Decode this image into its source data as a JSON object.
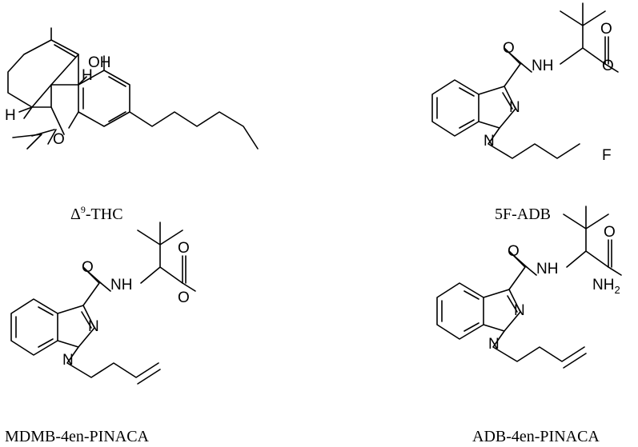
{
  "structures": [
    {
      "id": "thc",
      "caption_prefix": "Δ",
      "caption_sup": "9",
      "caption_suffix": "-THC",
      "atoms": {
        "oh": "OH",
        "h_top": "H",
        "h_left": "H",
        "o_ring": "O"
      }
    },
    {
      "id": "5f-adb",
      "caption": "5F-ADB",
      "atoms": {
        "o_amide": "O",
        "nh": "NH",
        "o_ester_dbl": "O",
        "o_ester": "O",
        "n1": "N",
        "n2": "N",
        "f": "F"
      }
    },
    {
      "id": "mdmb-4en-pinaca",
      "caption": "MDMB-4en-PINACA",
      "atoms": {
        "o_amide": "O",
        "nh": "NH",
        "o_ester_dbl": "O",
        "o_ester": "O",
        "n1": "N",
        "n2": "N"
      }
    },
    {
      "id": "adb-4en-pinaca",
      "caption": "ADB-4en-PINACA",
      "atoms": {
        "o_amide": "O",
        "nh": "NH",
        "o_amide2": "O",
        "nh2": "NH",
        "nh2_sub": "2",
        "n1": "N",
        "n2": "N"
      }
    }
  ]
}
